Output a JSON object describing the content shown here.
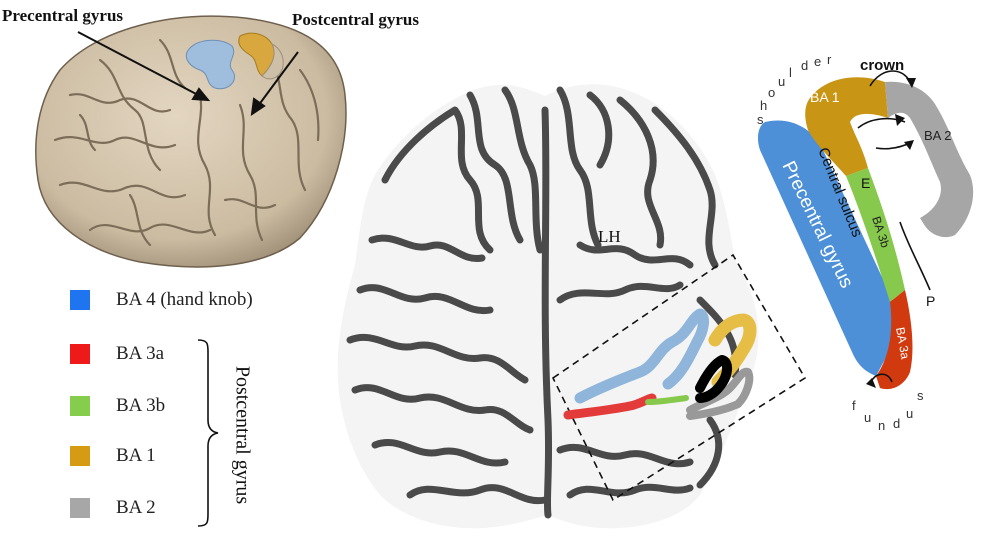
{
  "brain_labels": {
    "precentral": "Precentral gyrus",
    "postcentral": "Postcentral gyrus"
  },
  "section_label": "LH",
  "legend": {
    "items": [
      {
        "label": "BA 4 (hand knob)",
        "color": "#1f74f0"
      },
      {
        "label": "BA 3a",
        "color": "#ee1a1a"
      },
      {
        "label": "BA 3b",
        "color": "#86cd4e"
      },
      {
        "label": "BA 1",
        "color": "#d59b12"
      },
      {
        "label": "BA 2",
        "color": "#a7a7a7"
      }
    ],
    "group_label": "Postcentral gyrus"
  },
  "schematic": {
    "precentral": "Precentral gyrus",
    "central_sulcus": "Central sulcus",
    "ba1": "BA 1",
    "ba2": "BA 2",
    "ba3b": "BA 3b",
    "ba3a": "BA 3a",
    "crown": "crown",
    "shoulder": [
      "s",
      "h",
      "o",
      "u",
      "l",
      "d",
      "e",
      "r"
    ],
    "fundus": [
      "f",
      "u",
      "n",
      "d",
      "u",
      "s"
    ],
    "e": "E",
    "p": "P",
    "colors": {
      "ba4": "#4d90d8",
      "ba1": "#c99514",
      "ba2": "#a6a6a6",
      "ba3b": "#86c94c",
      "ba3a": "#d13a0e"
    }
  }
}
